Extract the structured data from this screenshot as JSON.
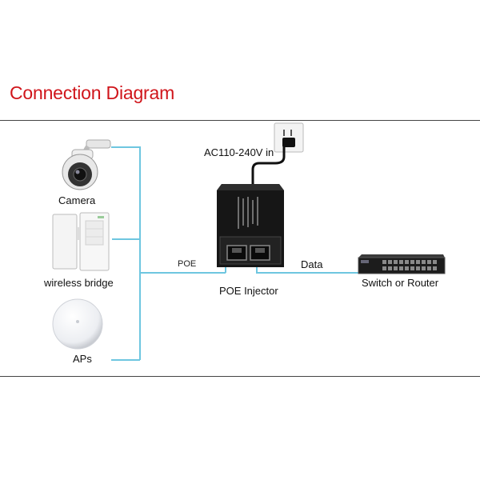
{
  "title": "Connection Diagram",
  "devices": {
    "camera": "Camera",
    "bridge": "wireless bridge",
    "aps": "APs",
    "injector": "POE Injector",
    "switch": "Switch or Router"
  },
  "links": {
    "poe": "POE",
    "data": "Data",
    "power": "AC110-240V in"
  },
  "colors": {
    "title": "#d0151b",
    "cable": "#6ec6e0"
  }
}
